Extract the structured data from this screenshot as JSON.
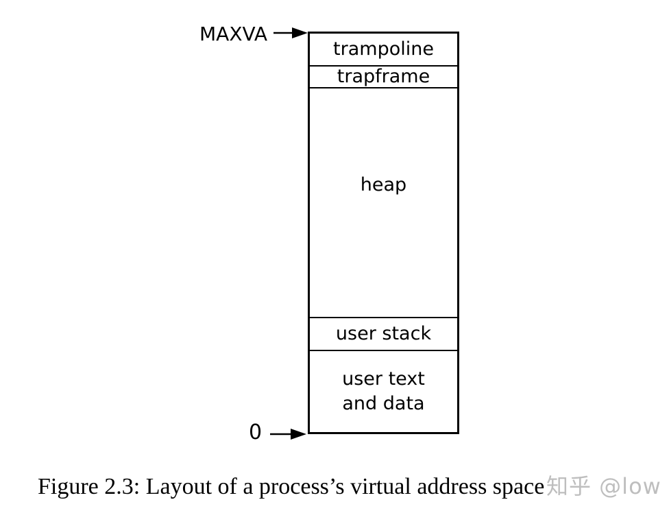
{
  "diagram": {
    "maxva_label": "MAXVA",
    "zero_label": "0",
    "segments": [
      {
        "label": "trampoline"
      },
      {
        "label": "trapframe"
      },
      {
        "label": "heap"
      },
      {
        "label": "user stack"
      },
      {
        "label": "user text",
        "label_line2": "and data"
      }
    ]
  },
  "caption": {
    "text": "Figure 2.3: Layout of a process’s virtual address space"
  },
  "watermark": {
    "text": "知乎 @low"
  },
  "colors": {
    "line": "#000000",
    "background": "#ffffff",
    "text": "#000000",
    "watermark": "#b3b3b3"
  }
}
